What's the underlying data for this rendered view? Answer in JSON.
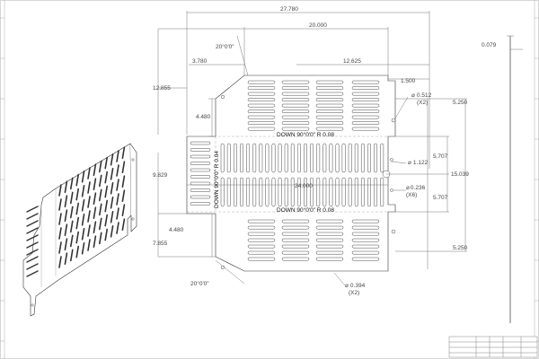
{
  "dimensions": {
    "overall_width": "27.780",
    "slot_span_width": "20.000",
    "top_angle": "20°0'0\"",
    "bottom_angle": "20°0'0\"",
    "left_offset": "3.780",
    "right_section_width": "12.625",
    "top_right_inset": "1.500",
    "thickness": "0.079",
    "top_height": "12.855",
    "upper_tab": "4.480",
    "lower_tab": "4.480",
    "center_height": "9.829",
    "lower_height": "7.855",
    "center_width": "24.000",
    "right_upper": "5.250",
    "right_mid_upper": "5.707",
    "right_mid_lower": "5.707",
    "right_lower": "5.250",
    "right_total": "15.039"
  },
  "holes": {
    "corner_hole": "0.512",
    "corner_hole_qty": "(X2)",
    "center_hole": "1.122",
    "small_hole": "0.236",
    "small_hole_qty": "(X6)",
    "bottom_hole": "0.394",
    "bottom_hole_qty": "(X2)"
  },
  "bend_notes": {
    "upper_bend": "DOWN  90°0'0\"  R 0.08",
    "lower_bend": "DOWN  90°0'0\"  R 0.08",
    "side_bend": "DOWN  90°0'0\"  R 0.04"
  },
  "symbols": {
    "diameter": "⌀"
  }
}
